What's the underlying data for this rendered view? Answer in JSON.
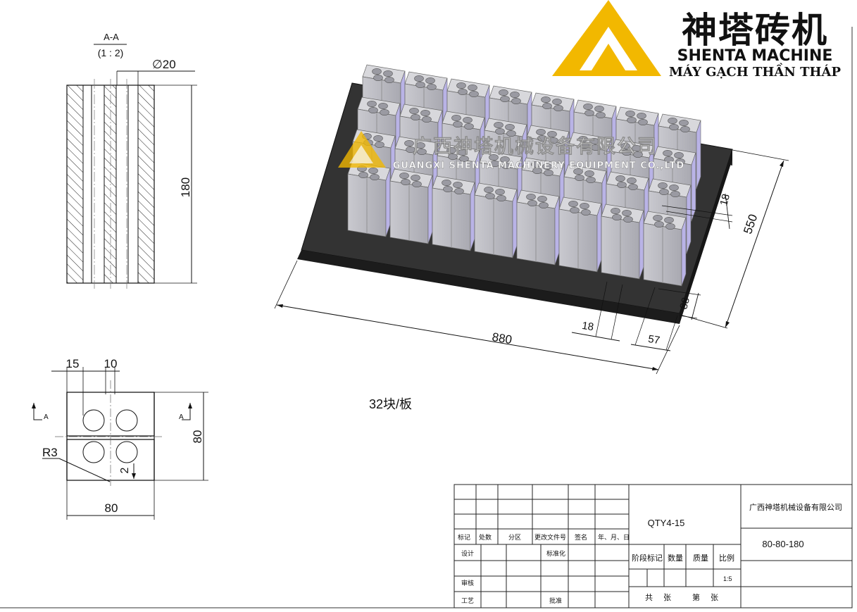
{
  "section": {
    "label": "A-A",
    "scale": "(1 : 2)",
    "hole_dia": "∅20",
    "height": "180"
  },
  "plan": {
    "dim_15": "15",
    "dim_10": "10",
    "radius": "R3",
    "dim_2": "2",
    "width": "80",
    "depth": "80",
    "cut_left": "A",
    "cut_right": "A"
  },
  "pallet": {
    "length": "880",
    "width": "550",
    "gap_18_top": "18",
    "gap_18_bottom": "18",
    "margin_88": "88",
    "margin_57": "57",
    "count_text": "32块/板"
  },
  "logo": {
    "cn": "神塔砖机",
    "en": "SHENTA MACHINE",
    "vn": "MÁY GẠCH THẦN THÁP",
    "gold": "#f2b800"
  },
  "watermark": {
    "cn": "广西神塔机械设备有限公司",
    "en": "GUANGXI SHENTA MACHINERY EQUIPMENT CO.,LTD"
  },
  "title_block": {
    "company": "广西神塔机械设备有限公司",
    "product": "QTY4-15",
    "spec": "80-80-180",
    "scale": "1:5",
    "headers": [
      "标记",
      "处数",
      "分区",
      "更改文件号",
      "签名",
      "年、月、日"
    ],
    "row_design": "设计",
    "row_standard": "标准化",
    "row_check": "审核",
    "row_process": "工艺",
    "row_approve": "批准",
    "stage": "阶段标记",
    "qty": "数量",
    "mass": "质量",
    "ratio": "比例",
    "total": "共",
    "sheets1": "张",
    "page": "第",
    "sheets2": "张"
  }
}
